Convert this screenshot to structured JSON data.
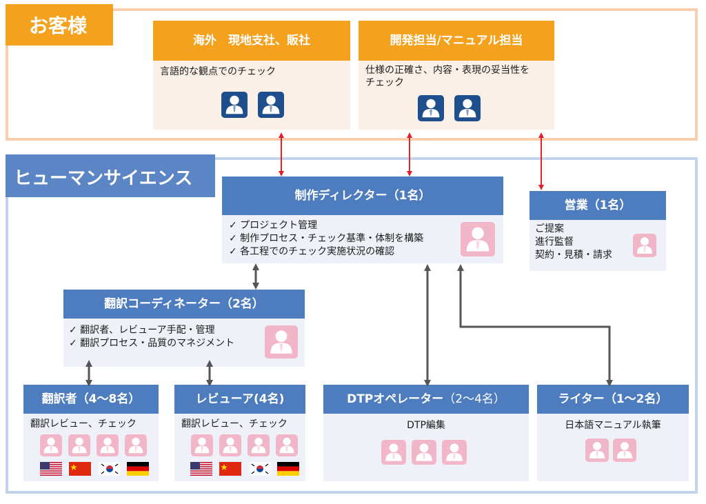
{
  "customer": {
    "title": "お客様",
    "overseas": {
      "title": "海外　現地支社、販社",
      "desc": "言語的な観点でのチェック"
    },
    "dev": {
      "title": "開発担当/マニュアル担当",
      "desc_line1": "仕様の正確さ、内容・表現の妥当性を",
      "desc_line2": "チェック"
    }
  },
  "company": {
    "title": "ヒューマンサイエンス"
  },
  "director": {
    "title": "制作ディレクター（1名）",
    "items": [
      "✓ プロジェクト管理",
      "✓ 制作プロセス・チェック基準・体制を構築",
      "✓ 各工程でのチェック実施状況の確認"
    ]
  },
  "sales": {
    "title": "営業（1名）",
    "items": [
      "ご提案",
      "進行監督",
      "契約・見積・請求"
    ]
  },
  "coordinator": {
    "title": "翻訳コーディネーター（2名）",
    "items": [
      "✓ 翻訳者、レビューア手配・管理",
      "✓ 翻訳プロセス・品質のマネジメント"
    ]
  },
  "translator": {
    "title": "翻訳者（4～8名）",
    "desc": "翻訳レビュー、チェック"
  },
  "reviewer": {
    "title": "レビューア(4名)",
    "desc": "翻訳レビュー、チェック"
  },
  "dtp": {
    "title_main": "DTPオペレーター",
    "title_count": "（2～4名）",
    "desc": "DTP編集"
  },
  "writer": {
    "title": "ライター（1～2名）",
    "desc": "日本語マニュアル執筆"
  },
  "icons": {
    "person": "person-icon",
    "flags": [
      "us-flag-icon",
      "china-flag-icon",
      "korea-flag-icon",
      "germany-flag-icon"
    ]
  },
  "colors": {
    "orange": "#f4a11d",
    "blue_header": "#4e7dbf",
    "person_blue": "#1f4e8c",
    "person_pink": "#f2b6c9",
    "red_arrow": "#e0202a",
    "gray_arrow": "#555555"
  }
}
